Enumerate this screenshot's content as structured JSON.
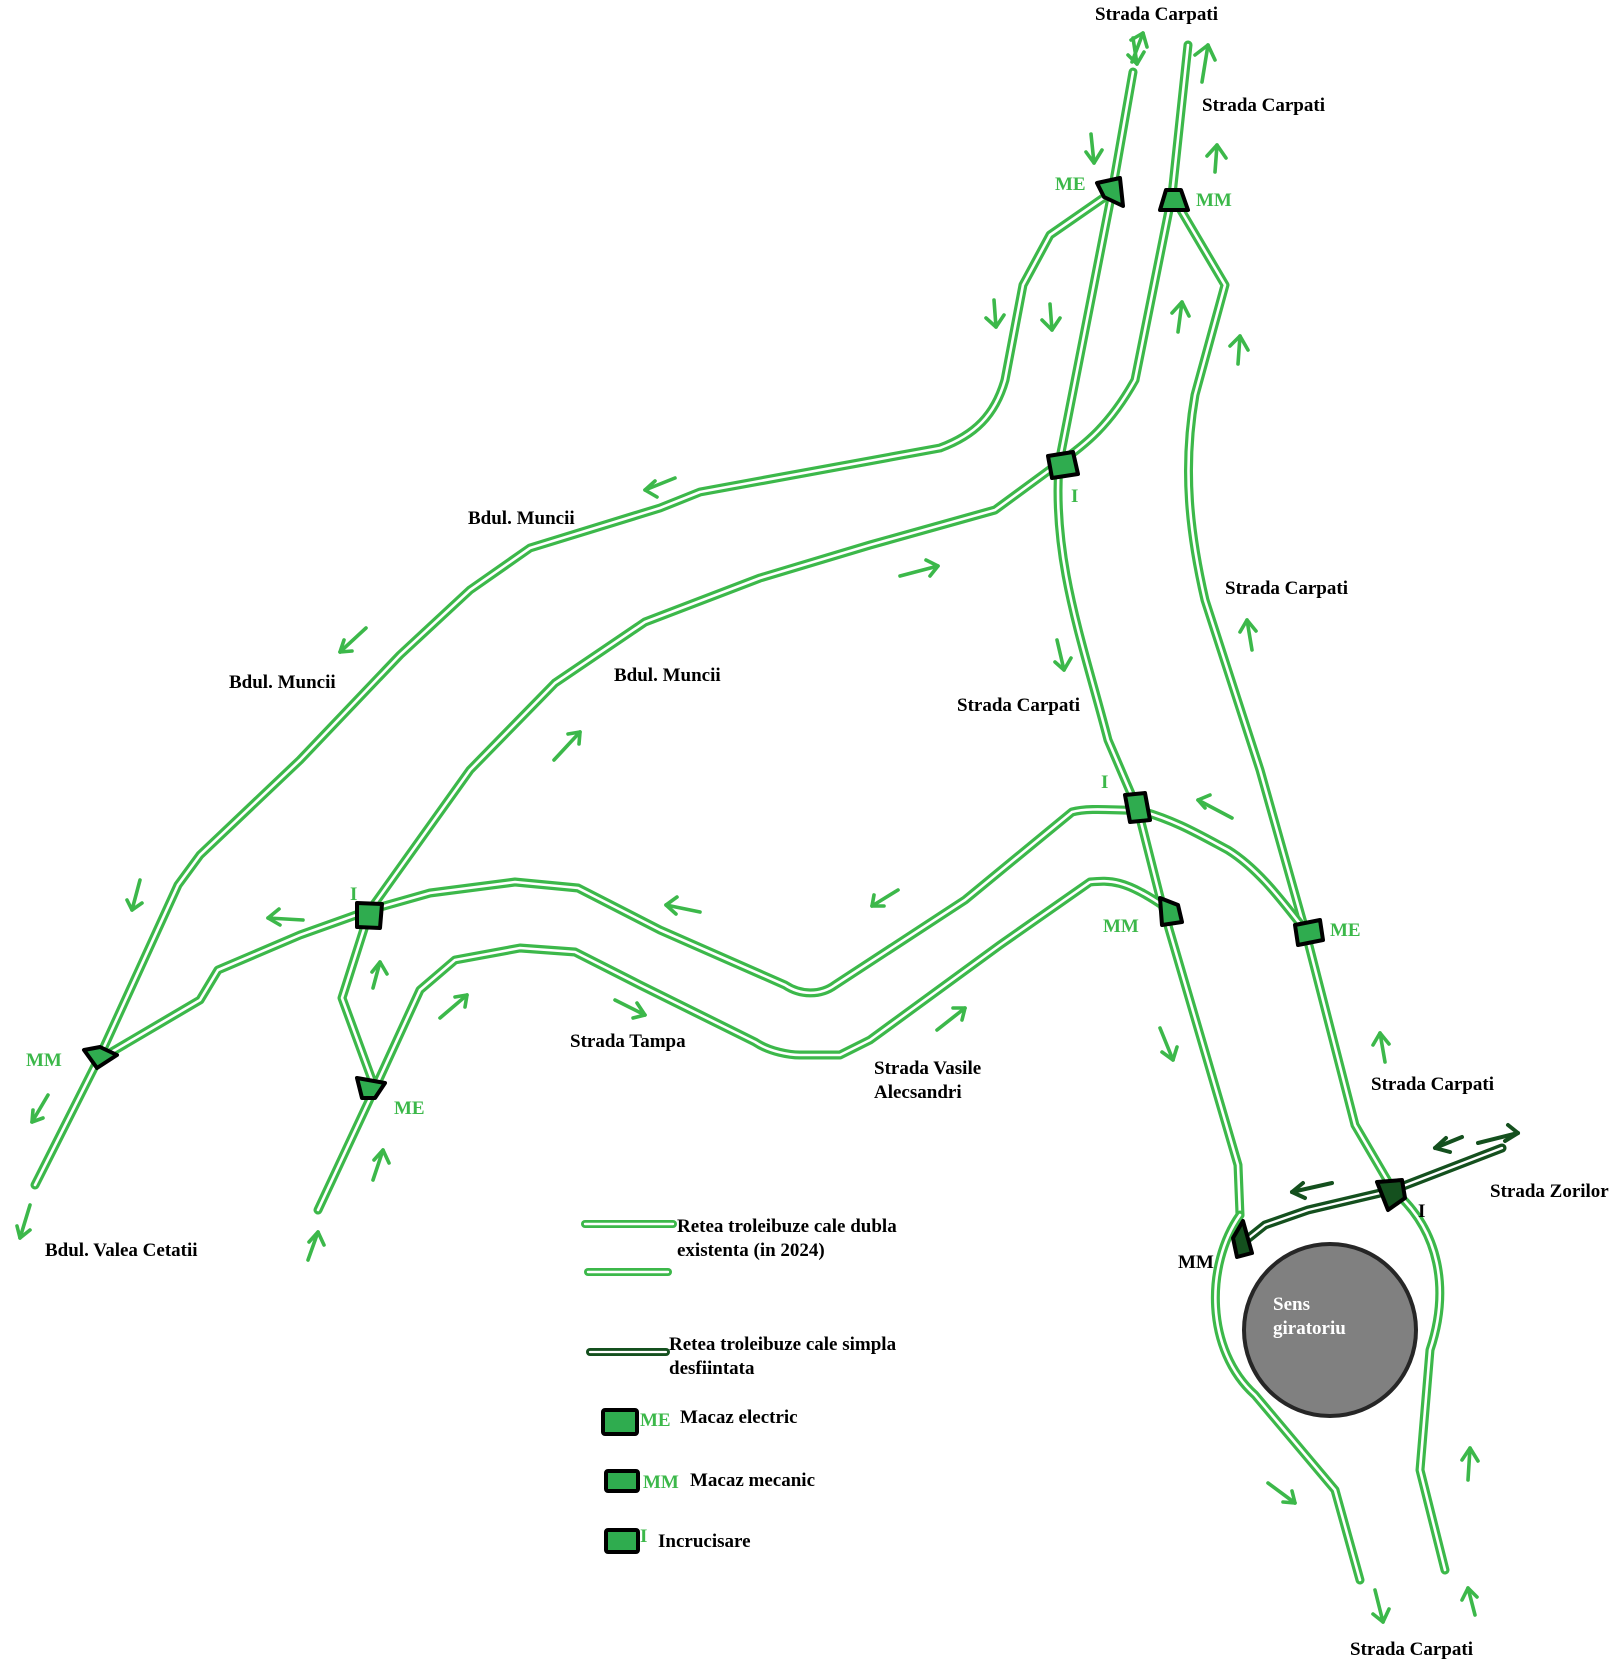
{
  "colors": {
    "track": "#3cb84a",
    "track_removed": "#14501e",
    "node_fill": "#2fac4f",
    "node_removed_fill": "#14501e",
    "roundabout": "#808080",
    "code_text": "#3cb84a"
  },
  "streets": {
    "carpati_top_left": "Strada Carpati",
    "carpati_top_right": "Strada Carpati",
    "muncii_upper": "Bdul. Muncii",
    "muncii_left": "Bdul. Muncii",
    "muncii_lower": "Bdul. Muncii",
    "carpati_right_mid": "Strada Carpati",
    "carpati_center": "Strada Carpati",
    "tampa": "Strada Tampa",
    "vasile_line1": "Strada Vasile",
    "vasile_line2": "Alecsandri",
    "carpati_lower_right": "Strada Carpati",
    "zorilor": "Strada Zorilor",
    "valea_cetatii": "Bdul. Valea Cetatii",
    "carpati_bottom": "Strada Carpati"
  },
  "nodes": {
    "me_top": "ME",
    "mm_top": "MM",
    "i_upper": "I",
    "i_center": "I",
    "mm_center": "MM",
    "me_right": "ME",
    "i_left": "I",
    "mm_left": "MM",
    "me_left": "ME",
    "mm_roundabout": "MM",
    "i_roundabout": "I"
  },
  "roundabout": {
    "line1": "Sens",
    "line2": "giratoriu"
  },
  "legend": {
    "double_line1": "Retea troleibuze cale dubla",
    "double_line2": "existenta (in 2024)",
    "single_line1": "Retea troleibuze cale simpla",
    "single_line2": "desfiintata",
    "me_code": "ME",
    "me_label": "Macaz electric",
    "mm_code": "MM",
    "mm_label": "Macaz mecanic",
    "i_code": "I",
    "i_label": "Incrucisare"
  }
}
